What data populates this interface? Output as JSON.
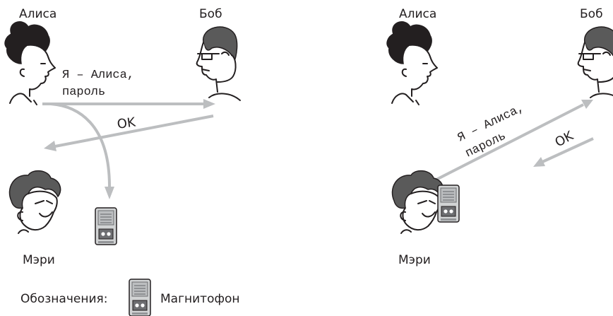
{
  "left_scene": {
    "alice_label": "Алиса",
    "bob_label": "Боб",
    "mary_label": "Мэри",
    "message_line1": "Я – Алиса,",
    "message_line2": "пароль",
    "reply_label": "OK"
  },
  "right_scene": {
    "alice_label": "Алиса",
    "bob_label": "Боб",
    "mary_label": "Мэри",
    "message_line1": "Я – Алиса,",
    "message_line2": "пароль",
    "reply_label": "OK"
  },
  "legend": {
    "prefix": "Обозначения:",
    "recorder_label": "Магнитофон",
    "recorder_icon": "tape-recorder-icon"
  },
  "colors": {
    "arrow": "#bcbec0",
    "ink": "#231f20"
  }
}
